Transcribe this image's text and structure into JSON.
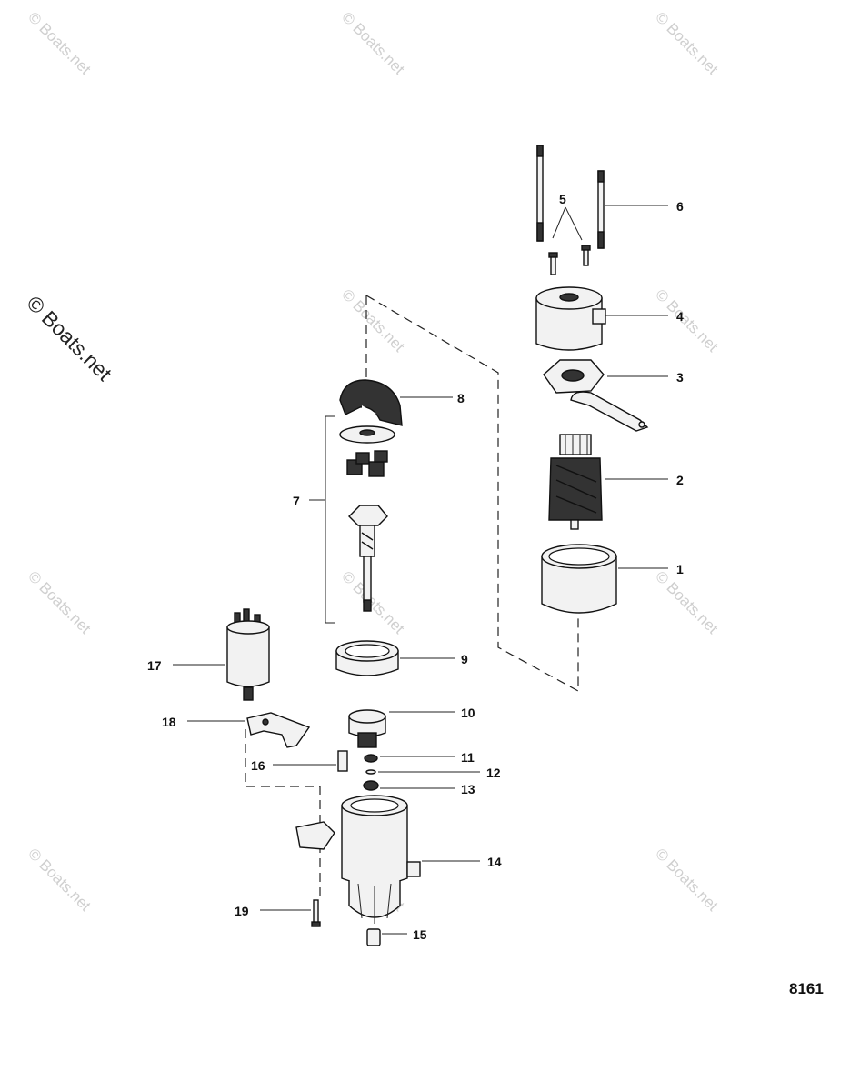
{
  "watermark": "© Boats.net",
  "figure_number": "8161",
  "callouts": [
    "1",
    "2",
    "3",
    "4",
    "5",
    "6",
    "7",
    "8",
    "9",
    "10",
    "11",
    "12",
    "13",
    "14",
    "15",
    "16",
    "17",
    "18",
    "19"
  ]
}
